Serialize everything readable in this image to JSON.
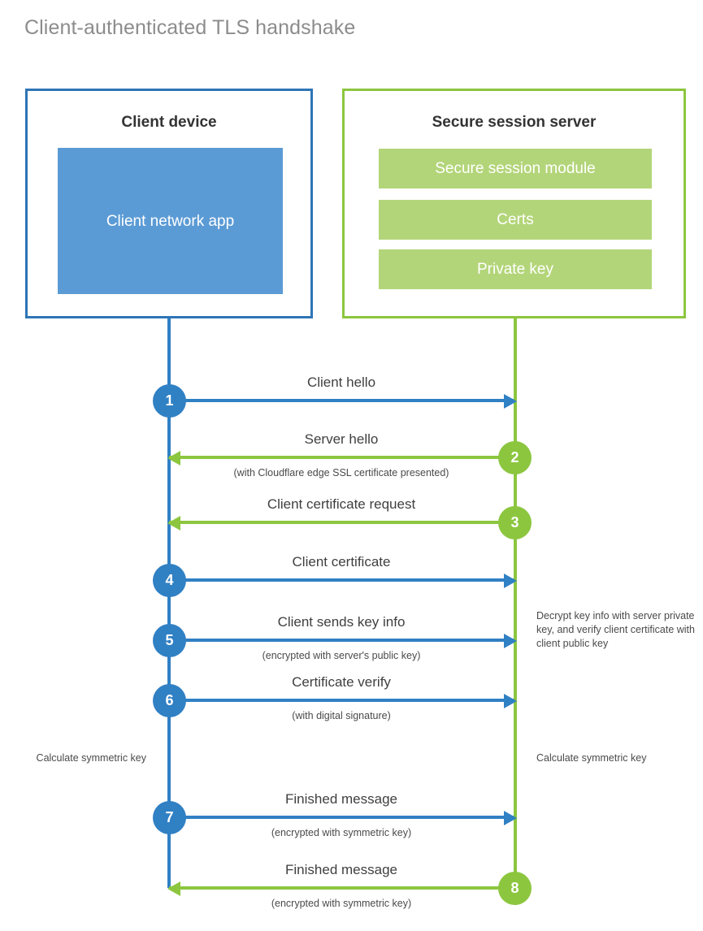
{
  "title": "Client-authenticated TLS handshake",
  "colors": {
    "client_blue": "#3080c4",
    "client_border": "#2e75b6",
    "client_app_fill": "#5b9bd5",
    "server_green": "#8cc63f",
    "server_bar_fill": "#b3d579",
    "title_gray": "#8c8c8c",
    "text_gray": "#404040"
  },
  "client_panel": {
    "title": "Client device",
    "app_label": "Client network app"
  },
  "server_panel": {
    "title": "Secure session server",
    "components": [
      {
        "label": "Secure session module"
      },
      {
        "label": "Certs"
      },
      {
        "label": "Private key"
      }
    ]
  },
  "steps": [
    {
      "number": "1",
      "label": "Client hello",
      "caption": "",
      "direction": "client-to-server",
      "side": "client"
    },
    {
      "number": "2",
      "label": "Server hello",
      "caption": "(with Cloudflare edge SSL certificate presented)",
      "direction": "server-to-client",
      "side": "server"
    },
    {
      "number": "3",
      "label": "Client certificate request",
      "caption": "",
      "direction": "server-to-client",
      "side": "server"
    },
    {
      "number": "4",
      "label": "Client certificate",
      "caption": "",
      "direction": "client-to-server",
      "side": "client"
    },
    {
      "number": "5",
      "label": "Client sends key info",
      "caption": "(encrypted with server's public key)",
      "direction": "client-to-server",
      "side": "client"
    },
    {
      "number": "6",
      "label": "Certificate verify",
      "caption": "(with digital signature)",
      "direction": "client-to-server",
      "side": "client"
    },
    {
      "number": "7",
      "label": "Finished message",
      "caption": "(encrypted with symmetric key)",
      "direction": "client-to-server",
      "side": "client"
    },
    {
      "number": "8",
      "label": "Finished message",
      "caption": "(encrypted with symmetric key)",
      "direction": "server-to-client",
      "side": "server"
    }
  ],
  "notes": {
    "server_decrypt": "Decrypt key info with server private key, and verify client certificate with client public key",
    "client_calculate": "Calculate symmetric key",
    "server_calculate": "Calculate symmetric key"
  }
}
